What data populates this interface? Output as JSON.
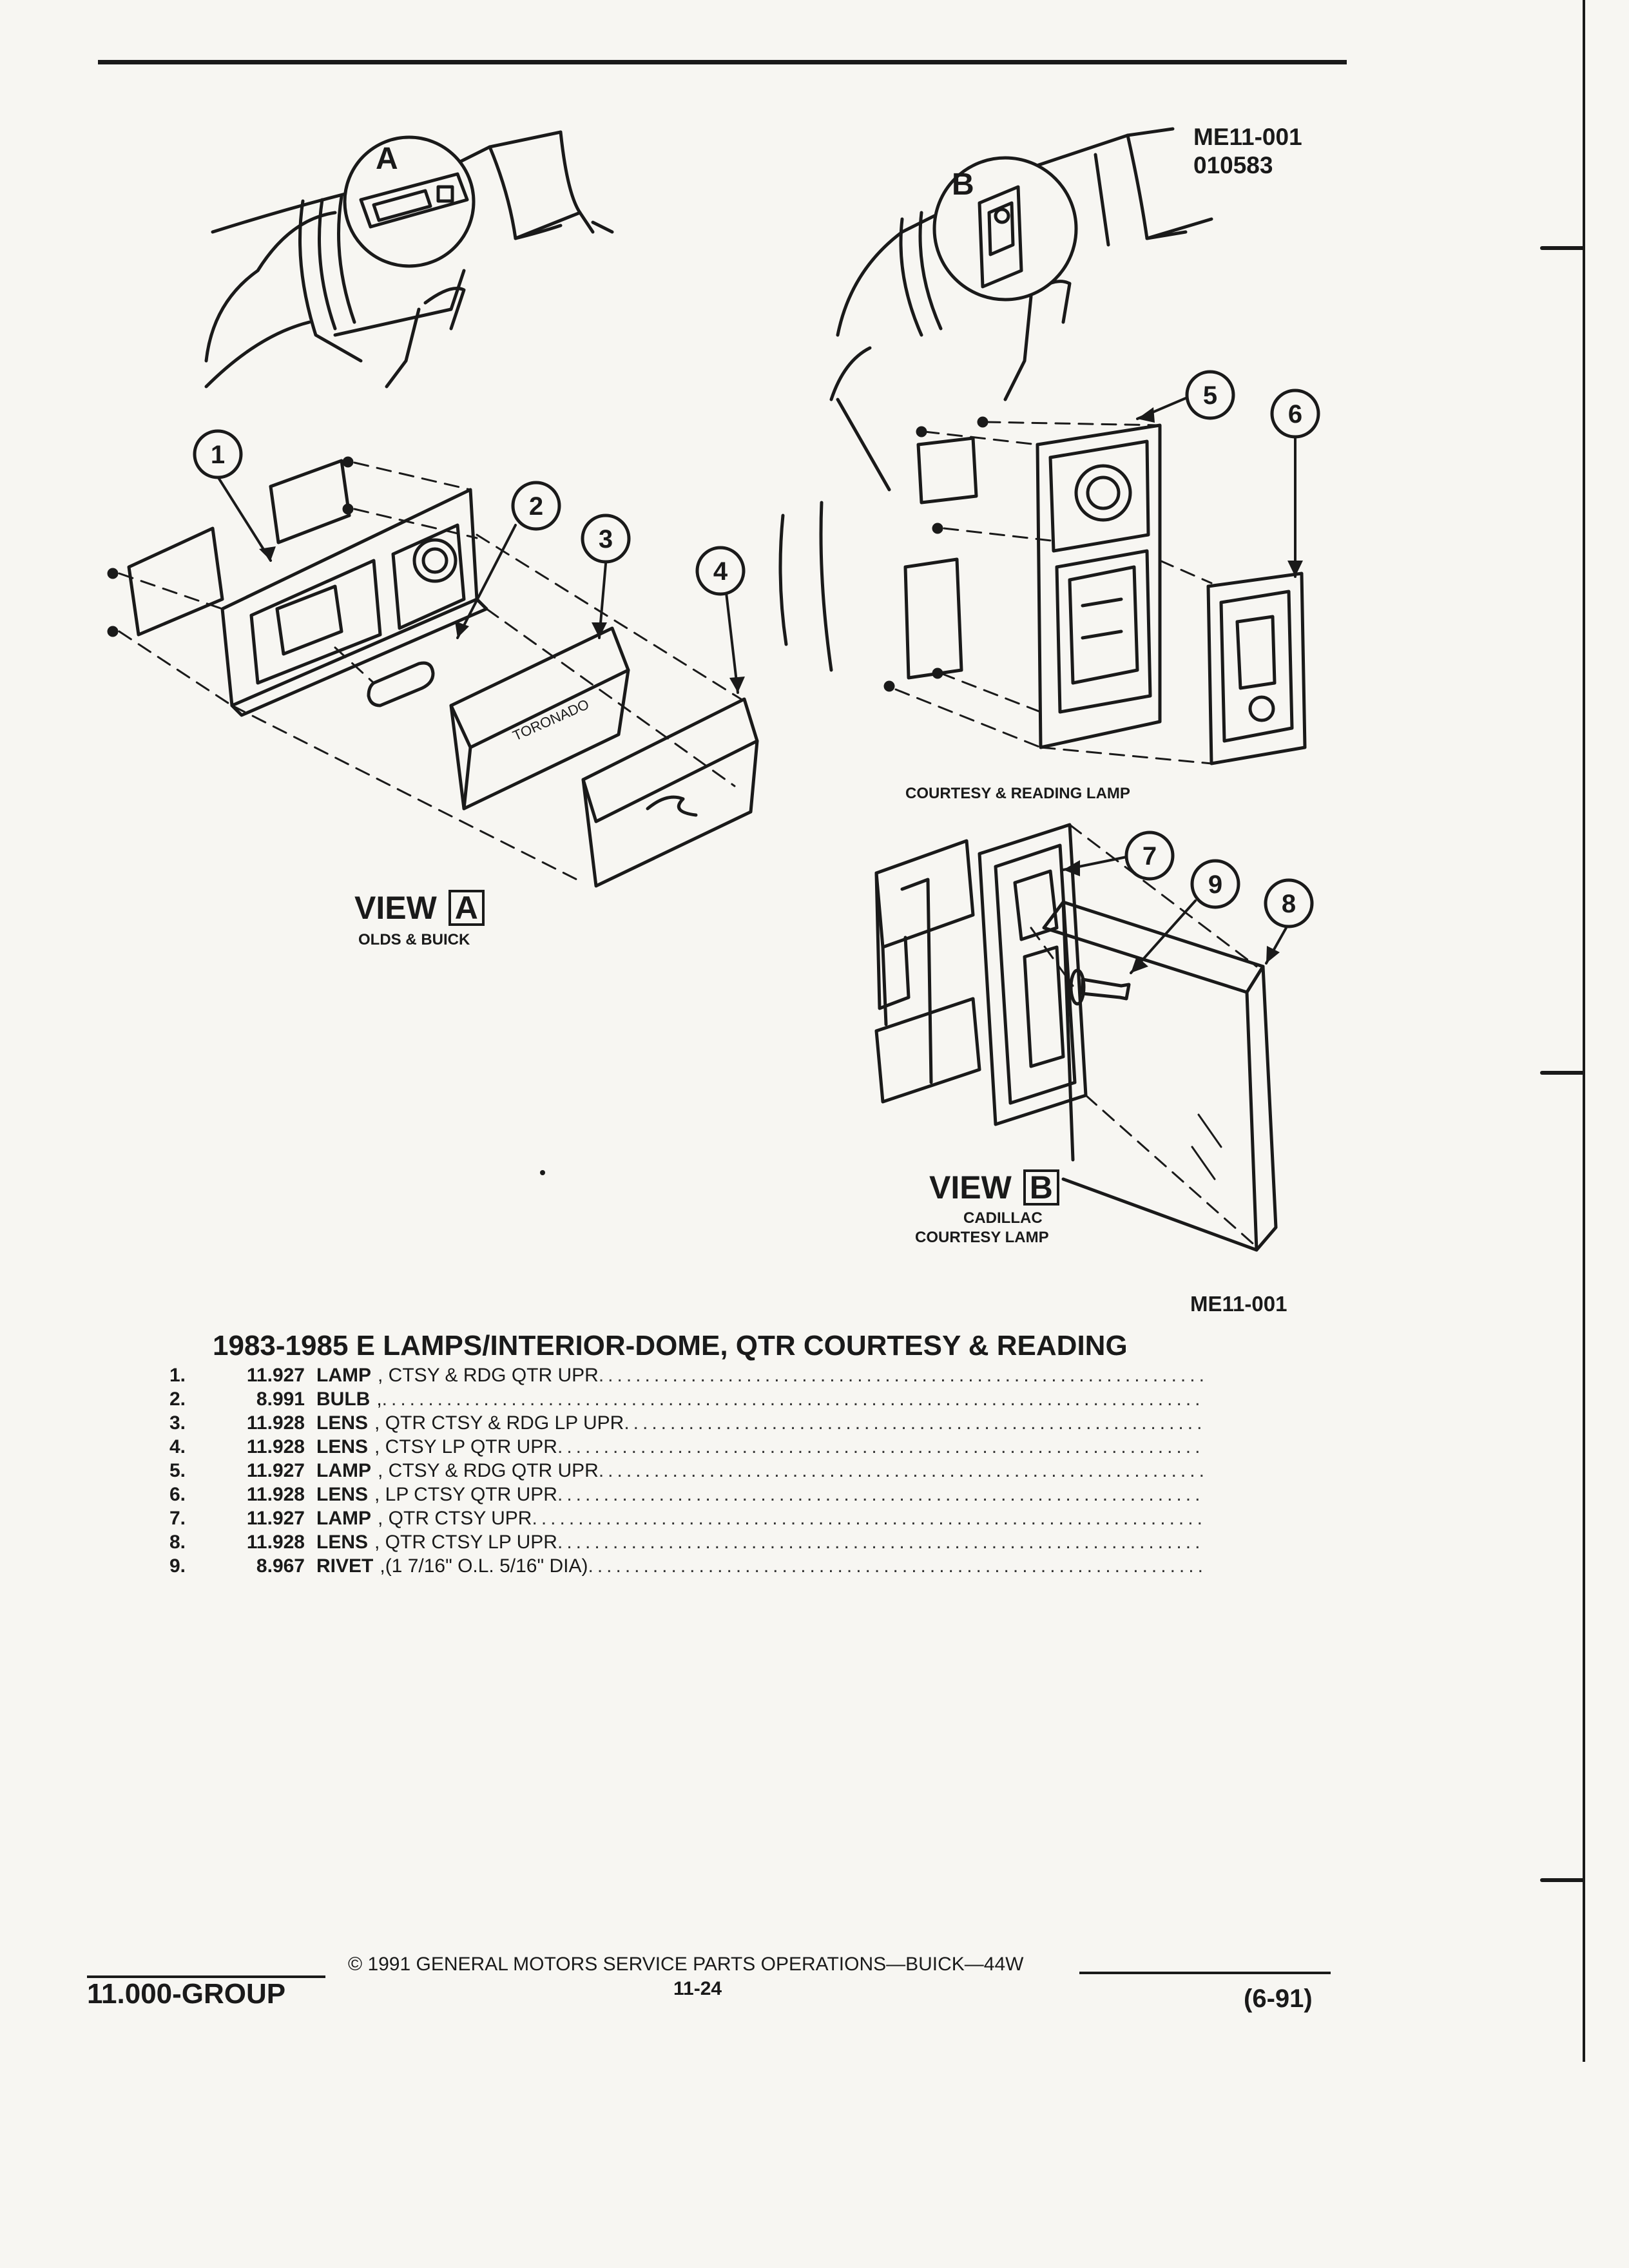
{
  "header": {
    "ref_code": "ME11-001",
    "ref_date": "010583"
  },
  "diagram": {
    "inset_a_letter": "A",
    "inset_b_letter": "B",
    "view_a": {
      "word": "VIEW",
      "letter": "A",
      "caption": "OLDS & BUICK"
    },
    "view_b": {
      "word": "VIEW",
      "letter": "B",
      "caption_line1": "CADILLAC",
      "caption_line2": "COURTESY LAMP"
    },
    "courtesy_reading_caption": "COURTESY & READING LAMP",
    "lens_embossing": "TORONADO",
    "callouts": [
      "1",
      "2",
      "3",
      "4",
      "5",
      "6",
      "7",
      "8",
      "9"
    ]
  },
  "figure_ref": "ME11-001",
  "section_title": "1983-1985 E LAMPS/INTERIOR-DOME, QTR COURTESY & READING",
  "parts": [
    {
      "num": "1.",
      "code": "11.927",
      "name": "LAMP",
      "desc": ", CTSY & RDG QTR UPR"
    },
    {
      "num": "2.",
      "code": "8.991",
      "name": "BULB",
      "desc": ","
    },
    {
      "num": "3.",
      "code": "11.928",
      "name": "LENS",
      "desc": ", QTR CTSY & RDG LP UPR"
    },
    {
      "num": "4.",
      "code": "11.928",
      "name": "LENS",
      "desc": ", CTSY LP QTR UPR"
    },
    {
      "num": "5.",
      "code": "11.927",
      "name": "LAMP",
      "desc": ", CTSY & RDG QTR UPR"
    },
    {
      "num": "6.",
      "code": "11.928",
      "name": "LENS",
      "desc": ", LP CTSY QTR UPR"
    },
    {
      "num": "7.",
      "code": "11.927",
      "name": "LAMP",
      "desc": ", QTR CTSY UPR"
    },
    {
      "num": "8.",
      "code": "11.928",
      "name": "LENS",
      "desc": ", QTR CTSY LP UPR"
    },
    {
      "num": "9.",
      "code": "8.967",
      "name": "RIVET",
      "desc": ",(1 7/16\" O.L. 5/16\" DIA)"
    }
  ],
  "footer": {
    "group": "11.000-GROUP",
    "copyright": "© 1991 GENERAL MOTORS SERVICE PARTS OPERATIONS—BUICK—44W",
    "page": "11-24",
    "revision": "(6-91)"
  }
}
